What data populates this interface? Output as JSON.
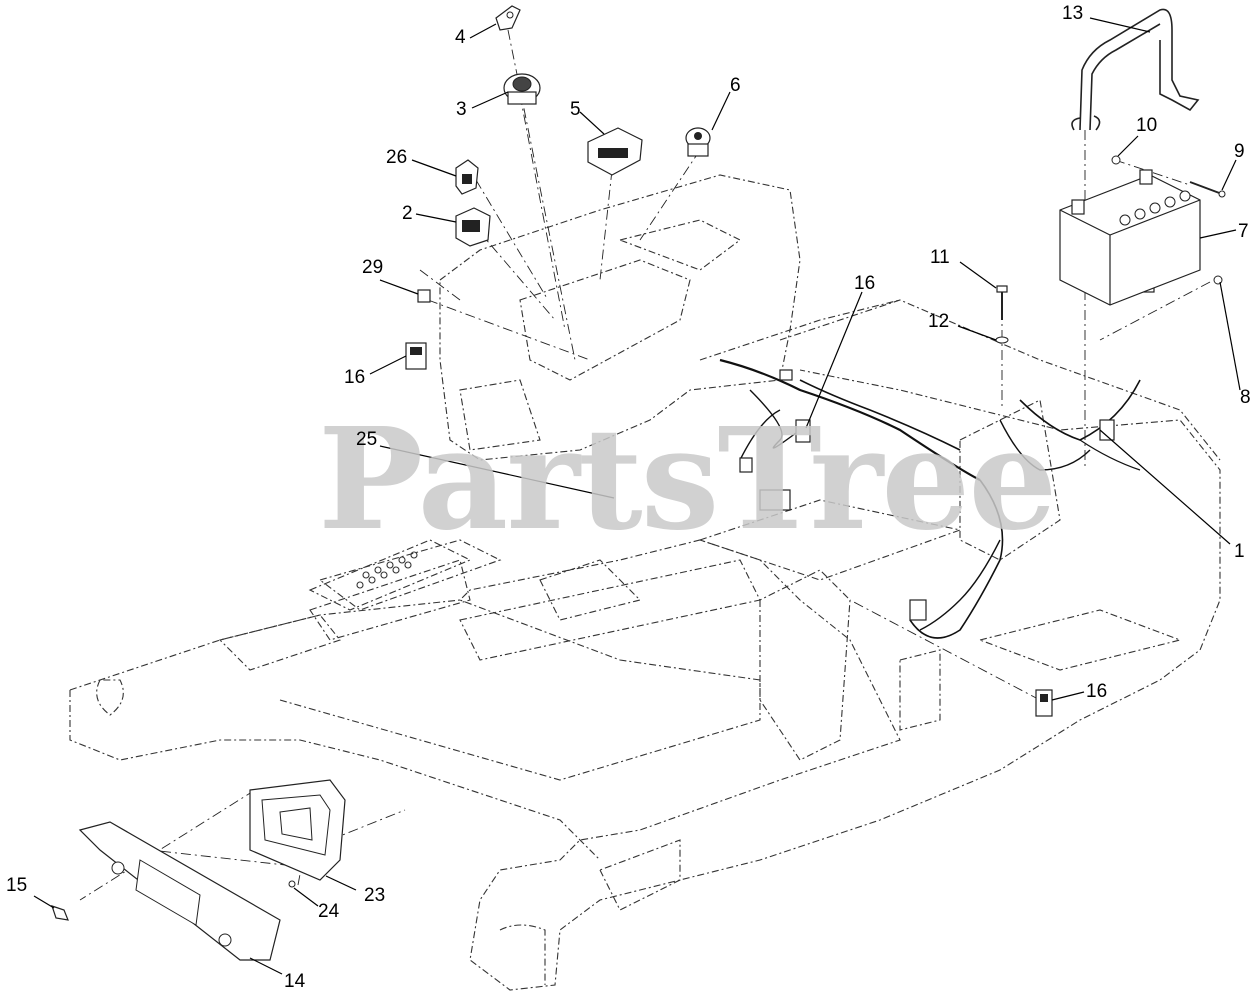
{
  "watermark": "PartsTree",
  "callouts": [
    {
      "id": "c4",
      "label": "4"
    },
    {
      "id": "c3",
      "label": "3"
    },
    {
      "id": "c5",
      "label": "5"
    },
    {
      "id": "c6",
      "label": "6"
    },
    {
      "id": "c26",
      "label": "26"
    },
    {
      "id": "c2",
      "label": "2"
    },
    {
      "id": "c29",
      "label": "29"
    },
    {
      "id": "c16a",
      "label": "16"
    },
    {
      "id": "c16b",
      "label": "16"
    },
    {
      "id": "c16c",
      "label": "16"
    },
    {
      "id": "c25",
      "label": "25"
    },
    {
      "id": "c13",
      "label": "13"
    },
    {
      "id": "c10",
      "label": "10"
    },
    {
      "id": "c9",
      "label": "9"
    },
    {
      "id": "c7",
      "label": "7"
    },
    {
      "id": "c11",
      "label": "11"
    },
    {
      "id": "c12",
      "label": "12"
    },
    {
      "id": "c8",
      "label": "8"
    },
    {
      "id": "c1",
      "label": "1"
    },
    {
      "id": "c15",
      "label": "15"
    },
    {
      "id": "c24",
      "label": "24"
    },
    {
      "id": "c23",
      "label": "23"
    },
    {
      "id": "c14",
      "label": "14"
    }
  ]
}
